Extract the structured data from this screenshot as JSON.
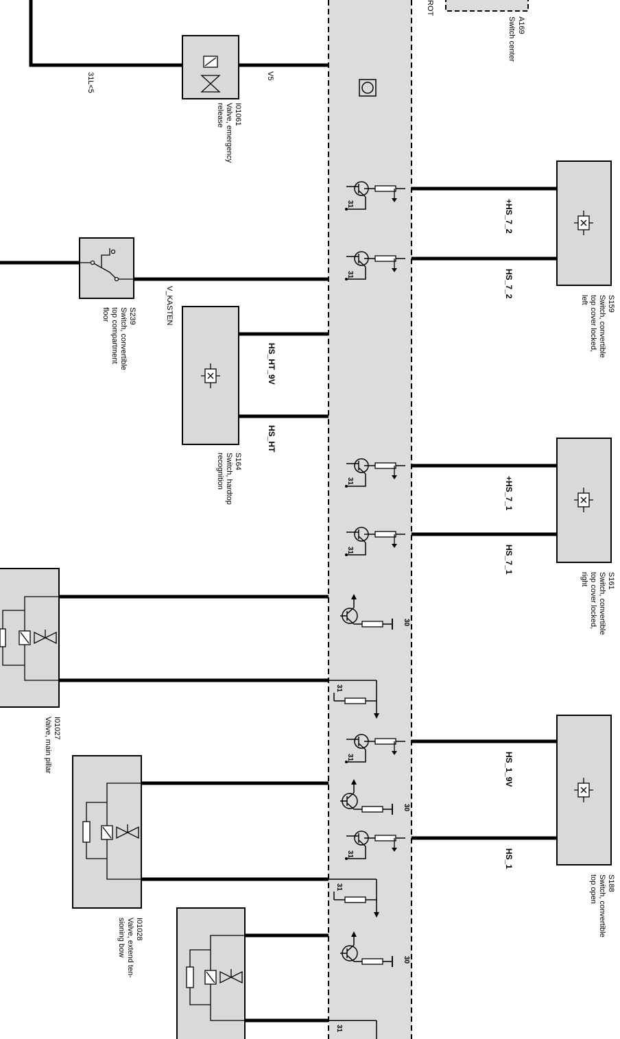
{
  "module": {
    "id": "A169",
    "name": "Switch center",
    "tag": "ROT"
  },
  "components": {
    "v5": {
      "id": "I01061",
      "name": [
        "Valve, emergency",
        "release"
      ],
      "wire": "V5",
      "ground": "31L<5"
    },
    "s239": {
      "id": "S239",
      "name": [
        "Switch, convertible",
        "top compartment",
        "floor"
      ],
      "wire": "V_KASTEN"
    },
    "s164": {
      "id": "S164",
      "name": [
        "Switch, hardtop",
        "recognition"
      ],
      "sig1": "HS_HT_9V",
      "sig2": "HS_HT"
    },
    "s159": {
      "id": "S159",
      "name": [
        "Switch, convertible",
        "top cover locked,",
        "left"
      ],
      "sig1": "+HS_7_2",
      "sig2": "HS_7_2"
    },
    "s161": {
      "id": "S161",
      "name": [
        "Switch, convertible",
        "top cover locked,",
        "right"
      ],
      "sig1": "+HS_7_1",
      "sig2": "HS_7_1"
    },
    "s188": {
      "id": "S188",
      "name": [
        "Switch, convertible",
        "top open"
      ],
      "sig1": "HS_1_9V",
      "sig2": "HS_1"
    },
    "i01027": {
      "id": "I01027",
      "name": [
        "Valve, main pillar"
      ]
    },
    "i01028": {
      "id": "I01028",
      "name": [
        "Valve, extend ten-",
        "sioning bow"
      ]
    }
  },
  "pins": {
    "ground": "31",
    "supply": "30"
  },
  "colors": {
    "module_fill": "#dcdcdc",
    "component_fill": "#d9d9d9",
    "line": "#000000"
  }
}
